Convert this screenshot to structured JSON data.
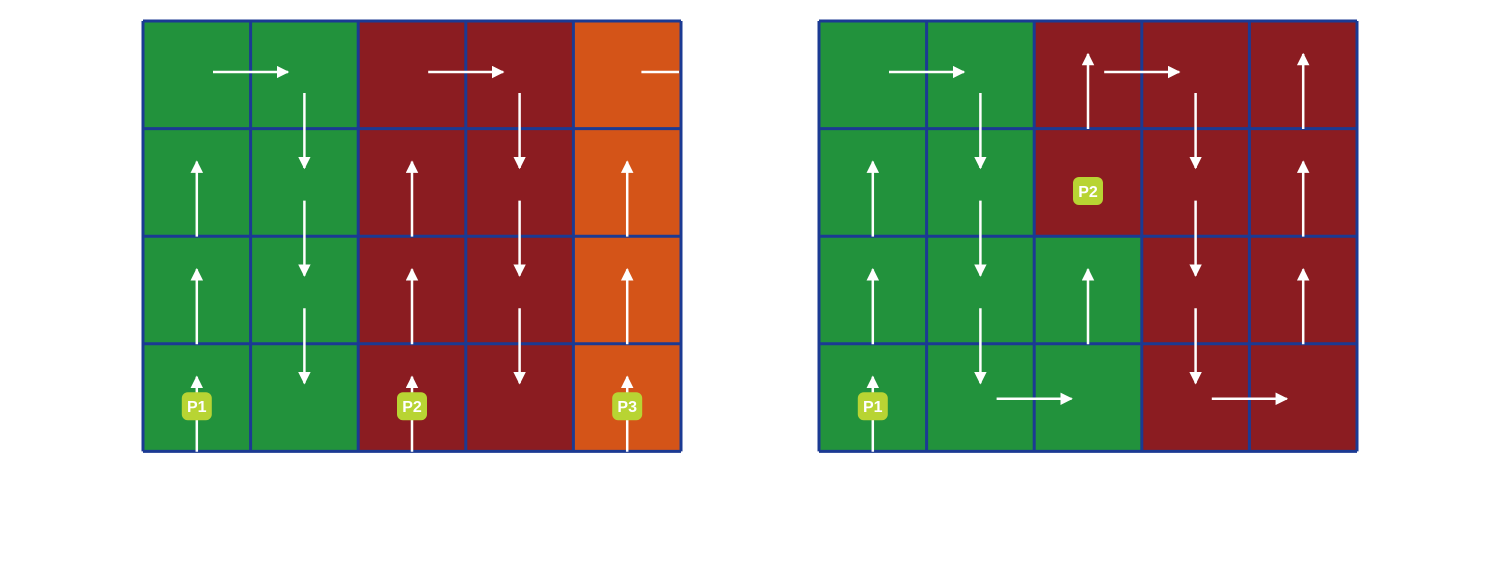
{
  "colors": {
    "background": "#ffffff",
    "grid_line": "#1b3a93",
    "arrow": "#ffffff",
    "label_bg": "#b8d433",
    "label_text": "#ffffff",
    "regions": {
      "green": "#22923c",
      "red": "#8b1c21",
      "orange": "#d45418"
    }
  },
  "diagrams": [
    {
      "name": "left-grid",
      "rows": 4,
      "cols": 5,
      "cell_regions": [
        [
          "green",
          "green",
          "red",
          "red",
          "orange"
        ],
        [
          "green",
          "green",
          "red",
          "red",
          "orange"
        ],
        [
          "green",
          "green",
          "red",
          "red",
          "orange"
        ],
        [
          "green",
          "green",
          "red",
          "red",
          "orange"
        ]
      ],
      "arrows": [
        {
          "dir": "up",
          "row": 3,
          "col": 0
        },
        {
          "dir": "up",
          "row": 2,
          "col": 0
        },
        {
          "dir": "up",
          "row": 1,
          "col": 0
        },
        {
          "dir": "right",
          "row": 0,
          "col": 0
        },
        {
          "dir": "down",
          "row": 0,
          "col": 1
        },
        {
          "dir": "down",
          "row": 1,
          "col": 1
        },
        {
          "dir": "down",
          "row": 2,
          "col": 1
        },
        {
          "dir": "up",
          "row": 3,
          "col": 2
        },
        {
          "dir": "up",
          "row": 2,
          "col": 2
        },
        {
          "dir": "up",
          "row": 1,
          "col": 2
        },
        {
          "dir": "right",
          "row": 0,
          "col": 2
        },
        {
          "dir": "down",
          "row": 0,
          "col": 3
        },
        {
          "dir": "down",
          "row": 1,
          "col": 3
        },
        {
          "dir": "down",
          "row": 2,
          "col": 3
        },
        {
          "dir": "up",
          "row": 3,
          "col": 4
        },
        {
          "dir": "up",
          "row": 2,
          "col": 4
        },
        {
          "dir": "up",
          "row": 1,
          "col": 4
        },
        {
          "dir": "right-cut",
          "row": 0,
          "col": 4
        }
      ],
      "labels": [
        {
          "text": "P1",
          "row": 3,
          "col": 0,
          "pos": "bottom"
        },
        {
          "text": "P2",
          "row": 3,
          "col": 2,
          "pos": "bottom"
        },
        {
          "text": "P3",
          "row": 3,
          "col": 4,
          "pos": "bottom"
        }
      ]
    },
    {
      "name": "right-grid",
      "rows": 4,
      "cols": 5,
      "cell_regions": [
        [
          "green",
          "green",
          "red",
          "red",
          "red"
        ],
        [
          "green",
          "green",
          "red",
          "red",
          "red"
        ],
        [
          "green",
          "green",
          "green",
          "red",
          "red"
        ],
        [
          "green",
          "green",
          "green",
          "red",
          "red"
        ]
      ],
      "arrows": [
        {
          "dir": "up",
          "row": 3,
          "col": 0
        },
        {
          "dir": "up",
          "row": 2,
          "col": 0
        },
        {
          "dir": "up",
          "row": 1,
          "col": 0
        },
        {
          "dir": "right",
          "row": 0,
          "col": 0
        },
        {
          "dir": "down",
          "row": 0,
          "col": 1
        },
        {
          "dir": "down",
          "row": 1,
          "col": 1
        },
        {
          "dir": "down",
          "row": 2,
          "col": 1
        },
        {
          "dir": "right",
          "row": 3,
          "col": 1
        },
        {
          "dir": "up",
          "row": 2,
          "col": 2
        },
        {
          "dir": "up",
          "row": 0,
          "col": 2
        },
        {
          "dir": "right",
          "row": 0,
          "col": 2
        },
        {
          "dir": "down",
          "row": 0,
          "col": 3
        },
        {
          "dir": "down",
          "row": 1,
          "col": 3
        },
        {
          "dir": "down",
          "row": 2,
          "col": 3
        },
        {
          "dir": "right",
          "row": 3,
          "col": 3
        },
        {
          "dir": "up",
          "row": 2,
          "col": 4
        },
        {
          "dir": "up",
          "row": 1,
          "col": 4
        },
        {
          "dir": "up",
          "row": 0,
          "col": 4
        }
      ],
      "labels": [
        {
          "text": "P1",
          "row": 3,
          "col": 0,
          "pos": "bottom"
        },
        {
          "text": "P2",
          "row": 1,
          "col": 2,
          "pos": "bottom"
        }
      ]
    }
  ]
}
